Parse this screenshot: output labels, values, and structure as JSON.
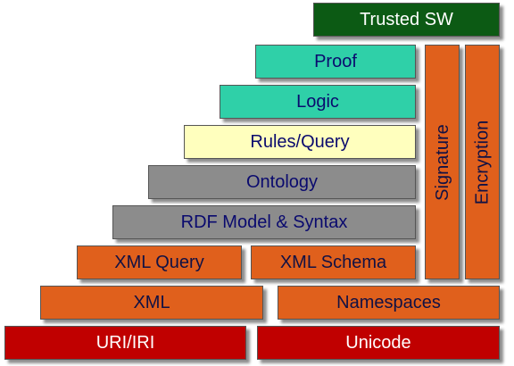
{
  "layers": {
    "trusted_sw": "Trusted SW",
    "proof": "Proof",
    "logic": "Logic",
    "rules_query": "Rules/Query",
    "ontology": "Ontology",
    "rdf": "RDF Model & Syntax",
    "xml_query": "XML Query",
    "xml_schema": "XML Schema",
    "xml": "XML",
    "namespaces": "Namespaces",
    "uri_iri": "URI/IRI",
    "unicode": "Unicode",
    "signature": "Signature",
    "encryption": "Encryption"
  },
  "colors": {
    "orange": "#e0601c",
    "red": "#c00000",
    "gray": "#8c8c8c",
    "yellow": "#ffffbe",
    "teal": "#2fd0a8",
    "green": "#0c5a14"
  }
}
